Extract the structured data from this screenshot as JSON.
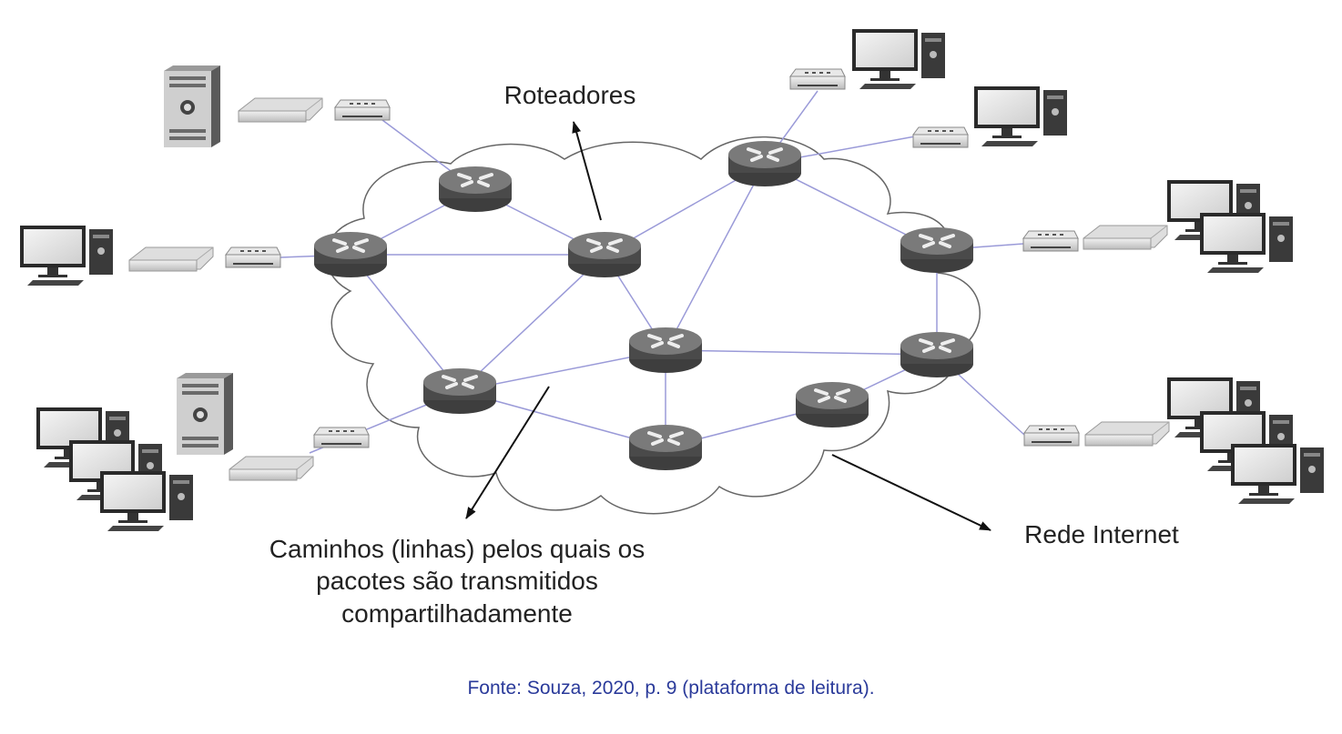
{
  "labels": {
    "routers": "Roteadores",
    "paths_line1": "Caminhos (linhas) pelos quais os",
    "paths_line2": "pacotes são transmitidos",
    "paths_line3": "compartilhadamente",
    "internet": "Rede Internet"
  },
  "source": "Fonte: Souza, 2020,  p. 9 (plataforma de leitura).",
  "colors": {
    "link": "#9a9ad8",
    "router": "#555555",
    "cloud_stroke": "#666666",
    "source_text": "#2a3a9a"
  },
  "icons": [
    "router-icon",
    "modem-icon",
    "switch-icon",
    "desktop-computer-icon",
    "server-tower-icon",
    "cloud-icon",
    "arrow-icon"
  ]
}
